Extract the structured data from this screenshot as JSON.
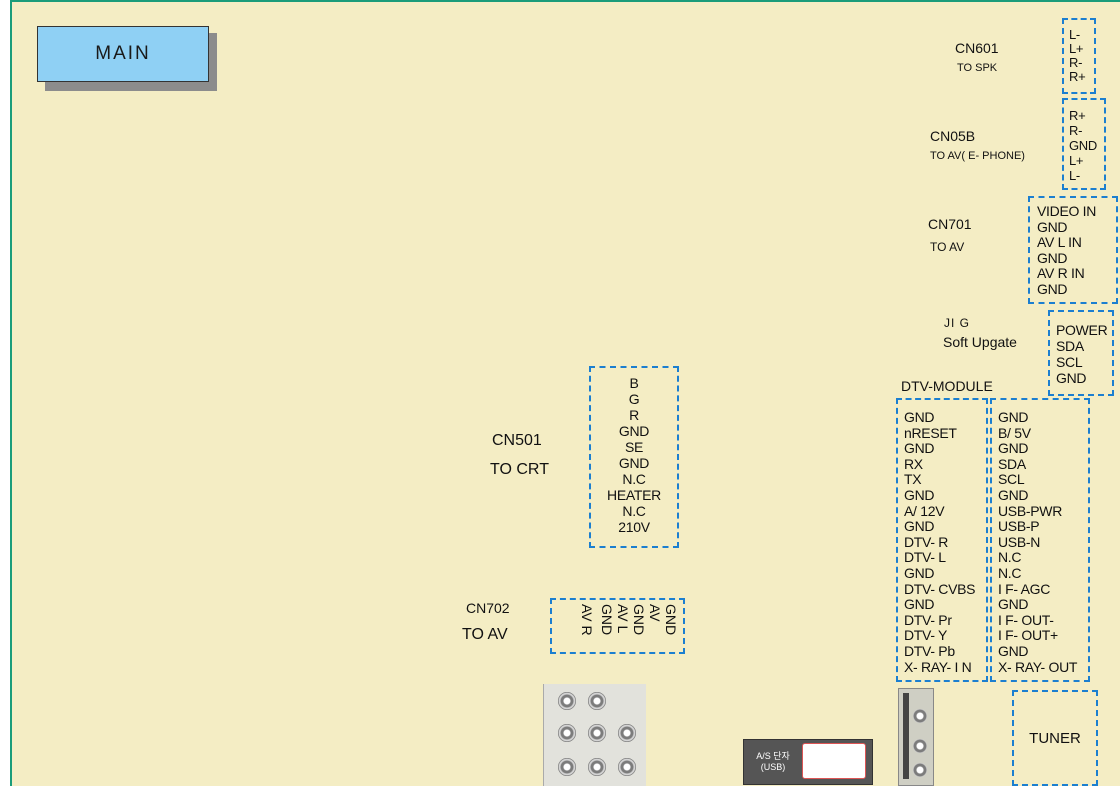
{
  "main_label": "MAIN",
  "connectors": {
    "cn601": {
      "name": "CN601",
      "dest": "TO SPK",
      "pins": [
        "L-",
        "L+",
        "R-",
        "R+"
      ]
    },
    "cn05b": {
      "name": "CN05B",
      "dest": "TO AV( E- PHONE)",
      "pins": [
        "R+",
        "R-",
        "GND",
        "L+",
        "L-"
      ]
    },
    "cn701": {
      "name": "CN701",
      "dest": "TO AV",
      "pins": [
        "VIDEO IN",
        "GND",
        "AV  L  IN",
        "GND",
        "AV  R  IN",
        "GND"
      ]
    },
    "jig": {
      "name": "JI G",
      "dest": "Soft Upgate",
      "pins": [
        "POWER",
        "SDA",
        "SCL",
        "GND"
      ]
    },
    "dtv": {
      "name": "DTV-MODULE",
      "left_pins": [
        "GND",
        "nRESET",
        "GND",
        "RX",
        "TX",
        "GND",
        "A/ 12V",
        "GND",
        "DTV- R",
        "DTV- L",
        "GND",
        "DTV- CVBS",
        "GND",
        "DTV- Pr",
        "DTV- Y",
        "DTV- Pb",
        "X- RAY- I N"
      ],
      "right_pins": [
        "GND",
        "B/ 5V",
        "GND",
        "SDA",
        "SCL",
        "GND",
        "USB-PWR",
        "USB-P",
        "USB-N",
        "N.C",
        "N.C",
        "I F- AGC",
        "GND",
        "I F- OUT-",
        "I F- OUT+",
        "GND",
        "X- RAY- OUT"
      ]
    },
    "cn501": {
      "name": "CN501",
      "dest": "TO CRT",
      "pins": [
        "B",
        "G",
        "R",
        "GND",
        "SE",
        "GND",
        "N.C",
        "HEATER",
        "N.C",
        "210V"
      ]
    },
    "cn702": {
      "name": "CN702",
      "dest": "TO AV",
      "pins": [
        "GND",
        "AV R",
        "GND",
        "AV L",
        "GND",
        "AV"
      ]
    },
    "tuner": {
      "label": "TUNER"
    },
    "usb": {
      "label_line1": "A/S 단자",
      "label_line2": "(USB)"
    }
  }
}
